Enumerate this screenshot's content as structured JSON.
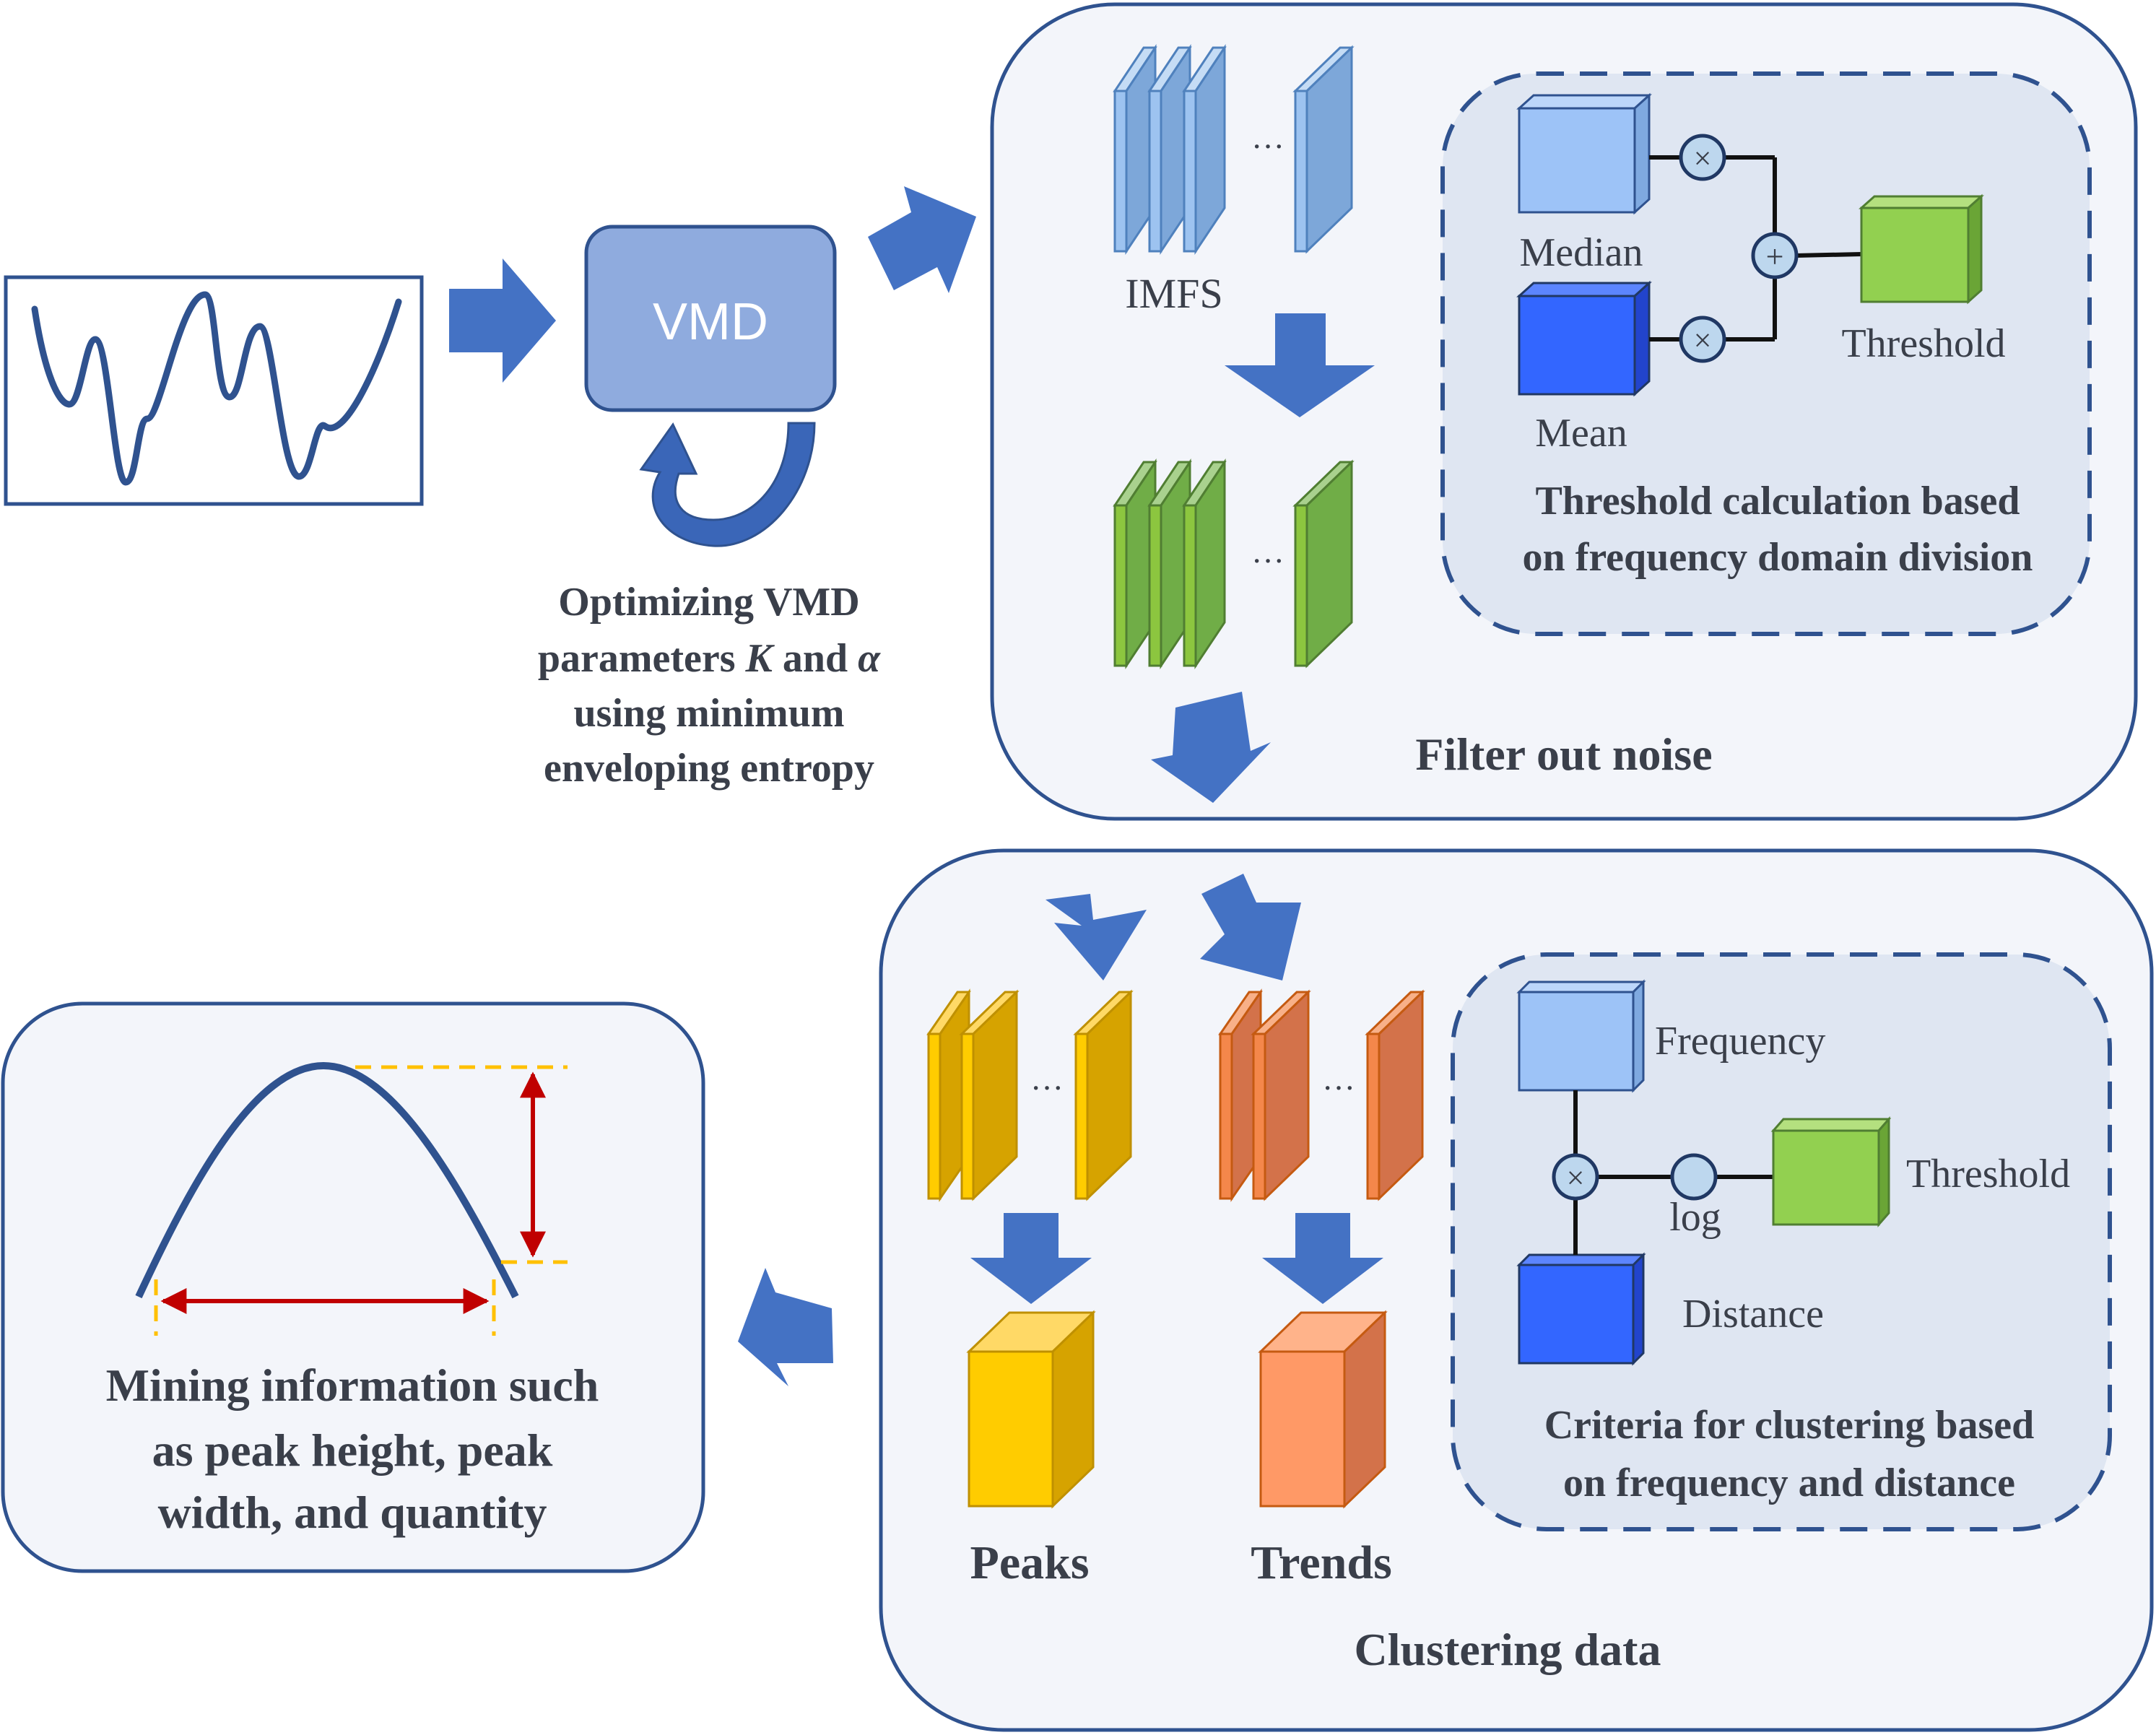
{
  "vmd": {
    "label": "VMD",
    "caption": [
      "Optimizing VMD",
      "using minimum",
      "enveloping entropy"
    ],
    "caption_params": {
      "pre": "parameters ",
      "k": "K",
      "mid": " and ",
      "alpha": "α"
    }
  },
  "filter": {
    "imfs_label": "IMFS",
    "ellipsis": "···",
    "title": "Filter out noise",
    "threshold_box": {
      "median_label": "Median",
      "mean_label": "Mean",
      "threshold_label": "Threshold",
      "times_symbol": "×",
      "plus_symbol": "+",
      "caption": [
        "Threshold calculation based",
        "on frequency domain division"
      ]
    }
  },
  "cluster": {
    "title": "Clustering data",
    "peaks_label": "Peaks",
    "trends_label": "Trends",
    "ellipsis": "···",
    "criteria_box": {
      "frequency_label": "Frequency",
      "distance_label": "Distance",
      "threshold_label": "Threshold",
      "log_label": "log",
      "times_symbol": "×",
      "caption": [
        "Criteria for clustering based",
        "on frequency and distance"
      ]
    }
  },
  "mining": {
    "caption": [
      "Mining information such",
      "as peak height, peak",
      "width, and quantity"
    ]
  },
  "colors": {
    "arrow_blue": "#4472c4",
    "panel_border": "#2f528f",
    "panel_fill": "#f3f5fa",
    "inner_fill": "#dfe6f2",
    "imf_blue": "#7da7d9",
    "imf_green": "#70ad47",
    "peak_yellow": "#ffc000",
    "trend_orange": "#f4874b",
    "median_blue": "#9dc3f7",
    "mean_blue": "#3366ff",
    "threshold_green": "#92d050",
    "annot_red": "#c00000",
    "annot_orange": "#ffc000"
  }
}
